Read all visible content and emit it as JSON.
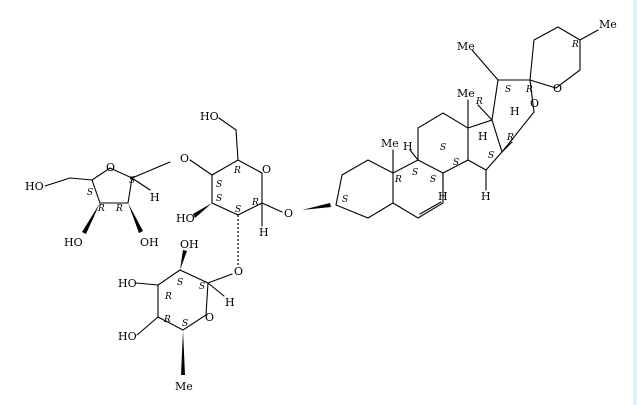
{
  "labels": {
    "oh_hm_left": "HO",
    "o_furanose": "O",
    "h_furan": "H",
    "oh_fur_bl": "HO",
    "oh_fur_br": "OH",
    "o_link_fg": "O",
    "oh_glc_top": "HO",
    "o_glc_ring": "O",
    "oh_glc_3": "HO",
    "h_glc_anom": "H",
    "o_glycosidic": "O",
    "o_link_rg": "O",
    "oh_rha_top": "OH",
    "oh_rha_2": "HO",
    "o_rha_ring": "O",
    "h_rha": "H",
    "oh_rha_3": "HO",
    "me_rha": "Me",
    "me_a": "Me",
    "me_b": "Me",
    "me_c": "Me",
    "me_d": "Me",
    "h_8": "H",
    "h_14": "H",
    "h_9": "H",
    "h_17": "H",
    "h_16": "H",
    "o_spiro_f": "O",
    "o_spiro_pyran": "O"
  },
  "stereo": {
    "s_fur1": "S",
    "s_fur2": "S",
    "r_fur3": "R",
    "r_fur4": "R",
    "s_glc1": "S",
    "r_glc2": "R",
    "s_glc3": "S",
    "s_glc4": "S",
    "r_glc5": "R",
    "r_rha1": "R",
    "s_rha2": "S",
    "r_rha3": "R",
    "s_rha4": "S",
    "s_rha5": "S",
    "s_ag3": "S",
    "r_ag10": "R",
    "s_ag9": "S",
    "s_ag8": "S",
    "s_ag14": "S",
    "r_ag13": "R",
    "s_ag12": "S",
    "s_ag17": "S",
    "r_ag20": "R",
    "s_ag16": "S",
    "r_spiro": "R",
    "r_pyran": "R"
  }
}
